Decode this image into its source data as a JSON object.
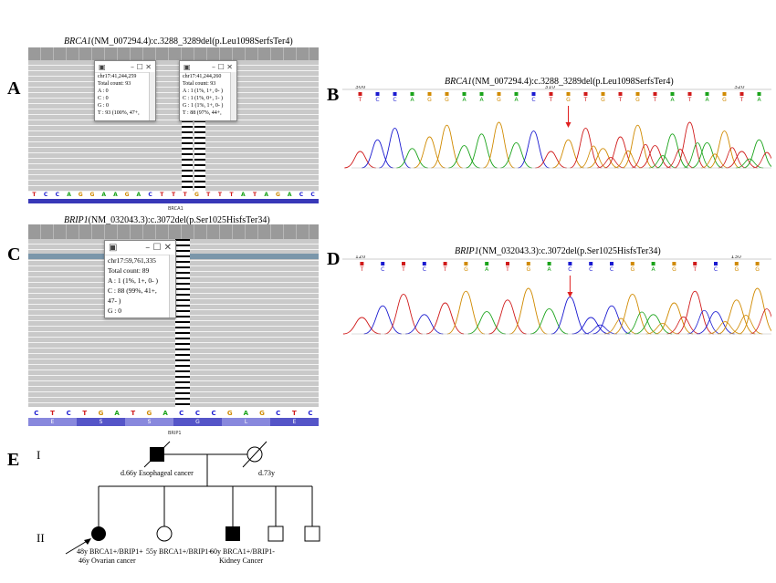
{
  "panels": {
    "a": {
      "letter": "A",
      "gene": "BRCA1",
      "title_rest": "(NM_007294.4):c.3288_3289del(p.Leu1098SerfsTer4)"
    },
    "b": {
      "letter": "B",
      "gene": "BRCA1",
      "title_rest": "(NM_007294.4):c.3288_3289del(p.Leu1098SerfsTer4)"
    },
    "c": {
      "letter": "C",
      "gene": "BRIP1",
      "title_rest": "(NM_032043.3):c.3072del(p.Ser1025HisfsTer34)"
    },
    "d": {
      "letter": "D",
      "gene": "BRIP1",
      "title_rest": "(NM_032043.3):c.3072del(p.Ser1025HisfsTer34)"
    },
    "e": {
      "letter": "E"
    }
  },
  "igv_a": {
    "popup_left": {
      "pos": "chr17:41,244,259",
      "lines": [
        "Total count: 93",
        "A : 0",
        "C : 0",
        "G : 0",
        "T : 93 (100%, 47+,"
      ]
    },
    "popup_right": {
      "pos": "chr17:41,244,260",
      "lines": [
        "Total count: 93",
        "A : 1 (1%, 1+, 0- )",
        "C : 1 (1%, 0+, 1- )",
        "G : 1 (1%, 1+, 0- )",
        "T : 88 (97%, 44+,"
      ]
    },
    "sequence": [
      "T",
      "C",
      "C",
      "A",
      "G",
      "G",
      "A",
      "A",
      "G",
      "A",
      "C",
      "T",
      "T",
      "T",
      "G",
      "T",
      "T",
      "T",
      "A",
      "T",
      "A",
      "G",
      "A",
      "C",
      "C"
    ],
    "gene_label": "BRCA1"
  },
  "igv_c": {
    "popup": {
      "pos": "chr17:59,761,335",
      "lines": [
        "Total count: 89",
        "A : 1 (1%, 1+, 0- )",
        "C : 88 (99%, 41+,",
        "47- )",
        "G : 0"
      ]
    },
    "sequence": [
      "C",
      "T",
      "C",
      "T",
      "G",
      "A",
      "T",
      "G",
      "A",
      "C",
      "C",
      "C",
      "G",
      "A",
      "G",
      "C",
      "T",
      "C"
    ],
    "amino_acids": [
      "E",
      "S",
      "S",
      "G",
      "L",
      "E"
    ],
    "gene_label": "BRIP1"
  },
  "chrom_b": {
    "bases": [
      "T",
      "C",
      "C",
      "A",
      "G",
      "G",
      "A",
      "A",
      "G",
      "A",
      "C",
      "T",
      "G",
      "T",
      "G",
      "T",
      "G",
      "T",
      "A",
      "T",
      "A",
      "G",
      "T",
      "A"
    ],
    "ticks": [
      "300",
      "310",
      "320"
    ],
    "arrow_color": "#e02020"
  },
  "chrom_d": {
    "bases": [
      "T",
      "C",
      "T",
      "C",
      "T",
      "G",
      "A",
      "T",
      "G",
      "A",
      "C",
      "C",
      "C",
      "G",
      "A",
      "G",
      "T",
      "C",
      "G",
      "G"
    ],
    "ticks": [
      "120",
      "130"
    ],
    "arrow_color": "#e02020"
  },
  "pedigree": {
    "generation_labels": [
      "I",
      "II"
    ],
    "father_label": "d.66y Esophageal cancer",
    "mother_label": "d.73y",
    "proband_label_1": "48y BRCA1+/BRIP1+",
    "proband_label_2": "46y Ovarian cancer",
    "sister_label": "55y BRCA1+/BRIP1+",
    "brother_label_1": "60y BRCA1+/BRIP1-",
    "brother_label_2": "Kidney Cancer"
  },
  "colors": {
    "A": "#1aa31a",
    "C": "#1a1ad0",
    "G": "#d08a00",
    "T": "#d01a1a",
    "arrow": "#e02020"
  }
}
